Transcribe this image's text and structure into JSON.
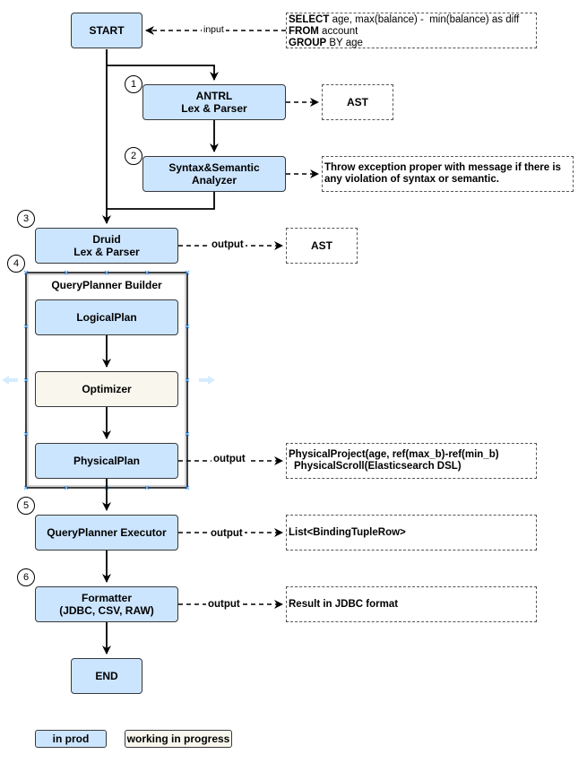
{
  "nodes": {
    "start": "START",
    "antlr_line1": "ANTRL",
    "antlr_line2": "Lex & Parser",
    "analyzer_line1": "Syntax&Semantic",
    "analyzer_line2": "Analyzer",
    "druid_line1": "Druid",
    "druid_line2": "Lex & Parser",
    "logical_plan": "LogicalPlan",
    "optimizer": "Optimizer",
    "physical_plan": "PhysicalPlan",
    "executor": "QueryPlanner Executor",
    "formatter_line1": "Formatter",
    "formatter_line2": "(JDBC, CSV, RAW)",
    "end": "END"
  },
  "group_title": "QueryPlanner Builder",
  "steps": [
    "1",
    "2",
    "3",
    "4",
    "5",
    "6"
  ],
  "sql": {
    "kw_select": "SELECT",
    "select_rest": " age, max(balance) -  min(balance) as diff",
    "kw_from": "FROM",
    "from_rest": " account",
    "kw_group": "GROUP",
    "group_rest": " BY age"
  },
  "notes": {
    "ast_1": "AST",
    "exception_line1": "Throw exception proper with message if there is",
    "exception_line2": "any violation of syntax or semantic.",
    "ast_2": "AST",
    "physical_line1": "PhysicalProject(age, ref(max_b)-ref(min_b)",
    "physical_line2": "PhysicalScroll(Elasticsearch DSL)",
    "executor_out": "List<BindingTupleRow>",
    "formatter_out": "Result in JDBC format"
  },
  "edge_labels": {
    "input": "input",
    "output_druid": "output",
    "output_physical": "output",
    "output_executor": "output",
    "output_formatter": "output"
  },
  "legend": {
    "in_prod": "in prod",
    "wip": "working in progress"
  },
  "colors": {
    "in_prod_fill": "#cce5ff",
    "wip_fill": "#f9f7ed",
    "stroke": "#36393d"
  }
}
